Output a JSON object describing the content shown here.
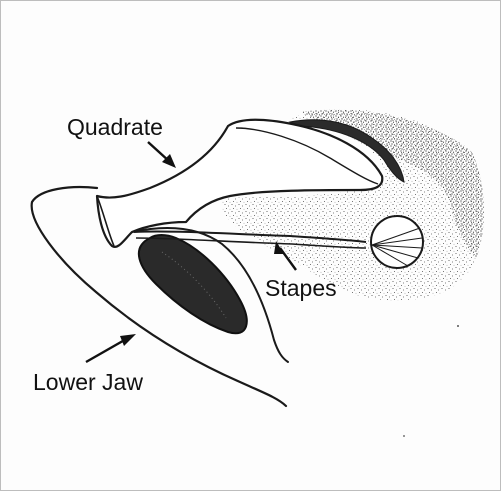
{
  "labels": {
    "quadrate": "Quadrate",
    "stapes": "Stapes",
    "lower_jaw": "Lower Jaw"
  },
  "colors": {
    "ink": "#1a1a1a",
    "dark_fill": "#2b2b2b",
    "stipple": "#555555",
    "background": "#ffffff"
  }
}
